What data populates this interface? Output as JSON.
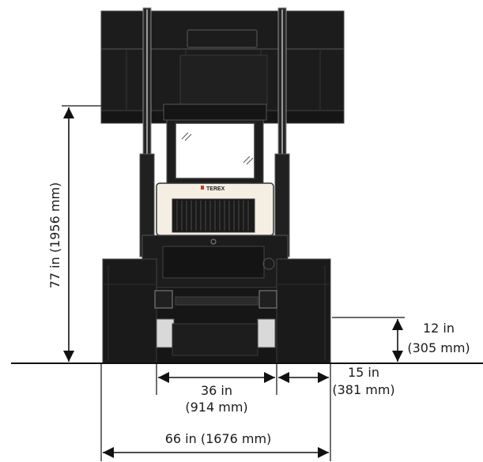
{
  "brand": "TEREX",
  "colors": {
    "machine_body": "#1c1c1c",
    "machine_panel": "#2a2a2a",
    "machine_line": "#555555",
    "engine_grille_panel": "#f4efe2",
    "dimension_line": "#111111",
    "background": "#ffffff"
  },
  "dimensions": {
    "overall_height": "77 in (1956 mm)",
    "ground_clearance": {
      "imperial": "12 in",
      "metric": "(305 mm)"
    },
    "track_gauge": {
      "imperial": "36 in",
      "metric": "(914 mm)"
    },
    "track_width": {
      "imperial": "15 in",
      "metric": "(381 mm)"
    },
    "overall_width": "66 in (1676 mm)"
  }
}
